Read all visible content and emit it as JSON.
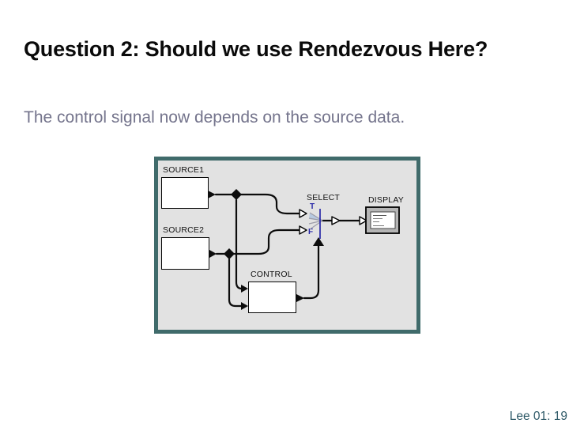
{
  "slide": {
    "title": "Question 2: Should we use Rendezvous Here?",
    "subtitle": "The control signal now depends on the source data.",
    "footer": "Lee 01: 19"
  },
  "diagram": {
    "blocks": [
      {
        "id": "source1",
        "label": "SOURCE1"
      },
      {
        "id": "source2",
        "label": "SOURCE2"
      },
      {
        "id": "control",
        "label": "CONTROL"
      },
      {
        "id": "select",
        "label": "SELECT"
      },
      {
        "id": "display",
        "label": "DISPLAY"
      }
    ],
    "select_switch": {
      "true_label": "T",
      "false_label": "F"
    }
  },
  "colors": {
    "title": "#0a0a0a",
    "subtitle": "#74748c",
    "footer": "#2f5a68",
    "panel_border": "#406b6b",
    "panel_background": "#e2e2e2",
    "wire": "#0d0d0d",
    "switch_blue": "#2a2aa8",
    "fan_gray": "#9c9ca8",
    "fan_wedge": "#b7c9e0",
    "display_frame": "#b5b5b5"
  }
}
